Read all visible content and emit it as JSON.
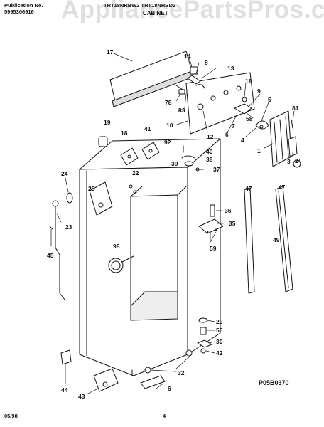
{
  "watermark": "AppliancePartsPros.com",
  "header": {
    "publication_label": "Publication No.",
    "publication_number": "5995306916",
    "models": "TRT18NRBW2 TRT18NRBD2",
    "section": "CABINET"
  },
  "callouts": [
    "17",
    "14",
    "8",
    "13",
    "78",
    "83",
    "11",
    "9",
    "5",
    "81",
    "58",
    "6",
    "7",
    "10",
    "12",
    "4",
    "19",
    "18",
    "41",
    "92",
    "40",
    "38",
    "39",
    "37",
    "1",
    "3",
    "2",
    "22",
    "24",
    "25",
    "23",
    "45",
    "47",
    "47",
    "36",
    "35",
    "59",
    "49",
    "98",
    "29",
    "56",
    "30",
    "42",
    "32",
    "44",
    "43",
    "6"
  ],
  "figure_code": "P05B0370",
  "footer": {
    "date": "05/98",
    "page": "4"
  },
  "colors": {
    "ink": "#111111",
    "paper": "#ffffff",
    "watermark": "#969696"
  }
}
